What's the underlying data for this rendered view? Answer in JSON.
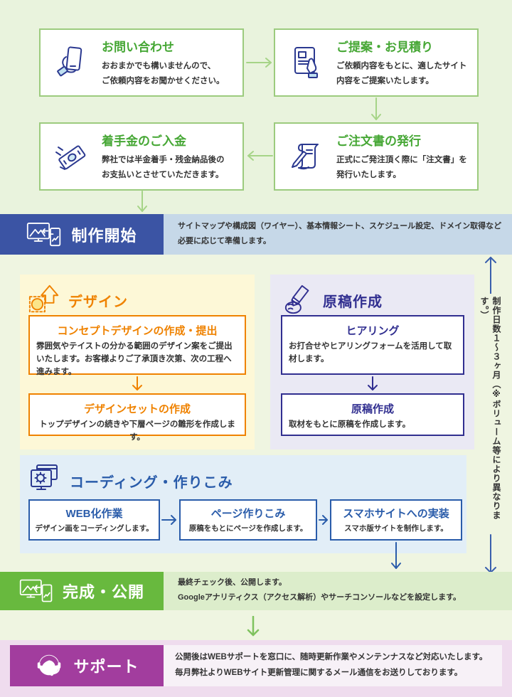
{
  "steps": [
    {
      "title": "お問い合わせ",
      "desc": "おおまかでも構いませんので、\nご依頼内容をお聞かせください。",
      "icon": "smartphone-hand-icon"
    },
    {
      "title": "ご提案・お見積り",
      "desc": "ご依頼内容をもとに、適したサイト\n内容をご提案いたします。",
      "icon": "tablet-pointer-icon"
    },
    {
      "title": "着手金のご入金",
      "desc": "弊社では半金着手・残金納品後の\nお支払いとさせていただきます。",
      "icon": "banknote-icon"
    },
    {
      "title": "ご注文書の発行",
      "desc": "正式にご発注頂く際に「注文書」を\n発行いたします。",
      "icon": "order-document-pen-icon"
    }
  ],
  "production_start": {
    "label": "制作開始",
    "desc": "サイトマップや構成図（ワイヤー）、基本情報シート、スケジュール設定、ドメイン取得など\n必要に応じて準備します。",
    "icon": "monitor-smartphone-icon"
  },
  "design": {
    "title": "デザイン",
    "icon": "design-stamp-icon",
    "boxes": [
      {
        "title": "コンセプトデザインの作成・提出",
        "desc": "雰囲気やテイストの分かる範囲のデザイン案をご提出いたします。お客様よりご了承頂き次第、次の工程へ進みます。"
      },
      {
        "title": "デザインセットの作成",
        "desc": "トップデザインの続きや下層ページの雛形を作成します。"
      }
    ]
  },
  "manuscript": {
    "title": "原稿作成",
    "icon": "hand-pencil-icon",
    "boxes": [
      {
        "title": "ヒアリング",
        "desc": "お打合せやヒアリングフォームを活用して取材します。"
      },
      {
        "title": "原稿作成",
        "desc": "取材をもとに原稿を作成します。"
      }
    ]
  },
  "coding": {
    "title": "コーディング・作りこみ",
    "icon": "monitor-gear-icon",
    "boxes": [
      {
        "title": "WEB化作業",
        "desc": "デザイン画をコーディングします。"
      },
      {
        "title": "ページ作りこみ",
        "desc": "原稿をもとにページを作成します。"
      },
      {
        "title": "スマホサイトへの実装",
        "desc": "スマホ版サイトを制作します。"
      }
    ]
  },
  "completion": {
    "label": "完成・公開",
    "desc": "最終チェック後、公開します。\nGoogleアナリティクス（アクセス解析）やサーチコンソールなどを設定します。",
    "icon": "monitor-smartphone-icon"
  },
  "support": {
    "label": "サポート",
    "desc": "公開後はWEBサポートを窓口に、随時更新作業やメンテンナスなど対応いたします。\n毎月弊社よりWEBサイト更新管理に関するメール通信をお送りしております。",
    "icon": "operator-headset-icon"
  },
  "duration_note": "制作日数１～３ヶ月（※ボリューム等により異なります。）",
  "colors": {
    "step_green": "#46a735",
    "step_border": "#9ccb7e",
    "arrow_green": "#a6d487",
    "banner_blue": "#3b54a4",
    "banner_blue_light": "#c6d8e8",
    "design_orange": "#ef8200",
    "design_bg": "#fdf8d7",
    "manuscript_navy": "#312f90",
    "manuscript_bg": "#eae9f4",
    "coding_blue": "#2a5caa",
    "coding_bg": "#e2eef7",
    "completion_green": "#68b93e",
    "completion_light": "#dcedcb",
    "support_purple": "#a23d9e",
    "support_band": "#efdcee",
    "side_arrow_blue": "#3a5fad"
  }
}
